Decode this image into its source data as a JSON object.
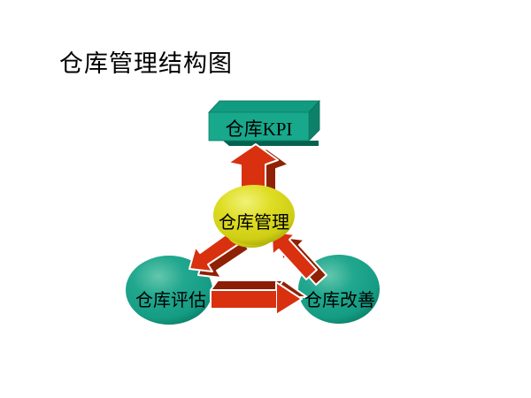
{
  "page": {
    "title": "仓库管理结构图",
    "background": "#ffffff"
  },
  "diagram": {
    "nodes": [
      {
        "id": "kpi",
        "label": "仓库KPI",
        "shape": "3d-box",
        "fill": "#18a88c"
      },
      {
        "id": "management",
        "label": "仓库管理",
        "shape": "blob-ellipse",
        "fill": "#d7d616"
      },
      {
        "id": "evaluation",
        "label": "仓库评估",
        "shape": "ellipse",
        "fill": "#18a189"
      },
      {
        "id": "improvement",
        "label": "仓库改善",
        "shape": "ellipse",
        "fill": "#18a189"
      }
    ],
    "connectors": [
      {
        "from": "management",
        "to": "kpi",
        "style": "3d-block-arrow",
        "direction": "up",
        "color": "#d93010"
      },
      {
        "from": "management",
        "to": "evaluation",
        "style": "3d-block-arrow",
        "direction": "down-left",
        "color": "#d93010"
      },
      {
        "from": "improvement",
        "to": "management",
        "style": "3d-block-arrow",
        "direction": "up-left",
        "color": "#d93010"
      },
      {
        "from": "evaluation",
        "to": "improvement",
        "style": "3d-block-arrow",
        "direction": "right",
        "color": "#d93010"
      }
    ],
    "colors": {
      "teal_main": "#18a189",
      "teal_light": "#63c7ad",
      "teal_dark": "#0a7a63",
      "box_top": "#119b81",
      "box_side": "#0c8068",
      "box_bottom_edge": "#05614f",
      "yellow_main": "#d7d616",
      "yellow_light": "#f1f178",
      "yellow_dark": "#a2a208",
      "red_main": "#d93010",
      "red_dark": "#8f2105",
      "text": "#000000"
    }
  }
}
